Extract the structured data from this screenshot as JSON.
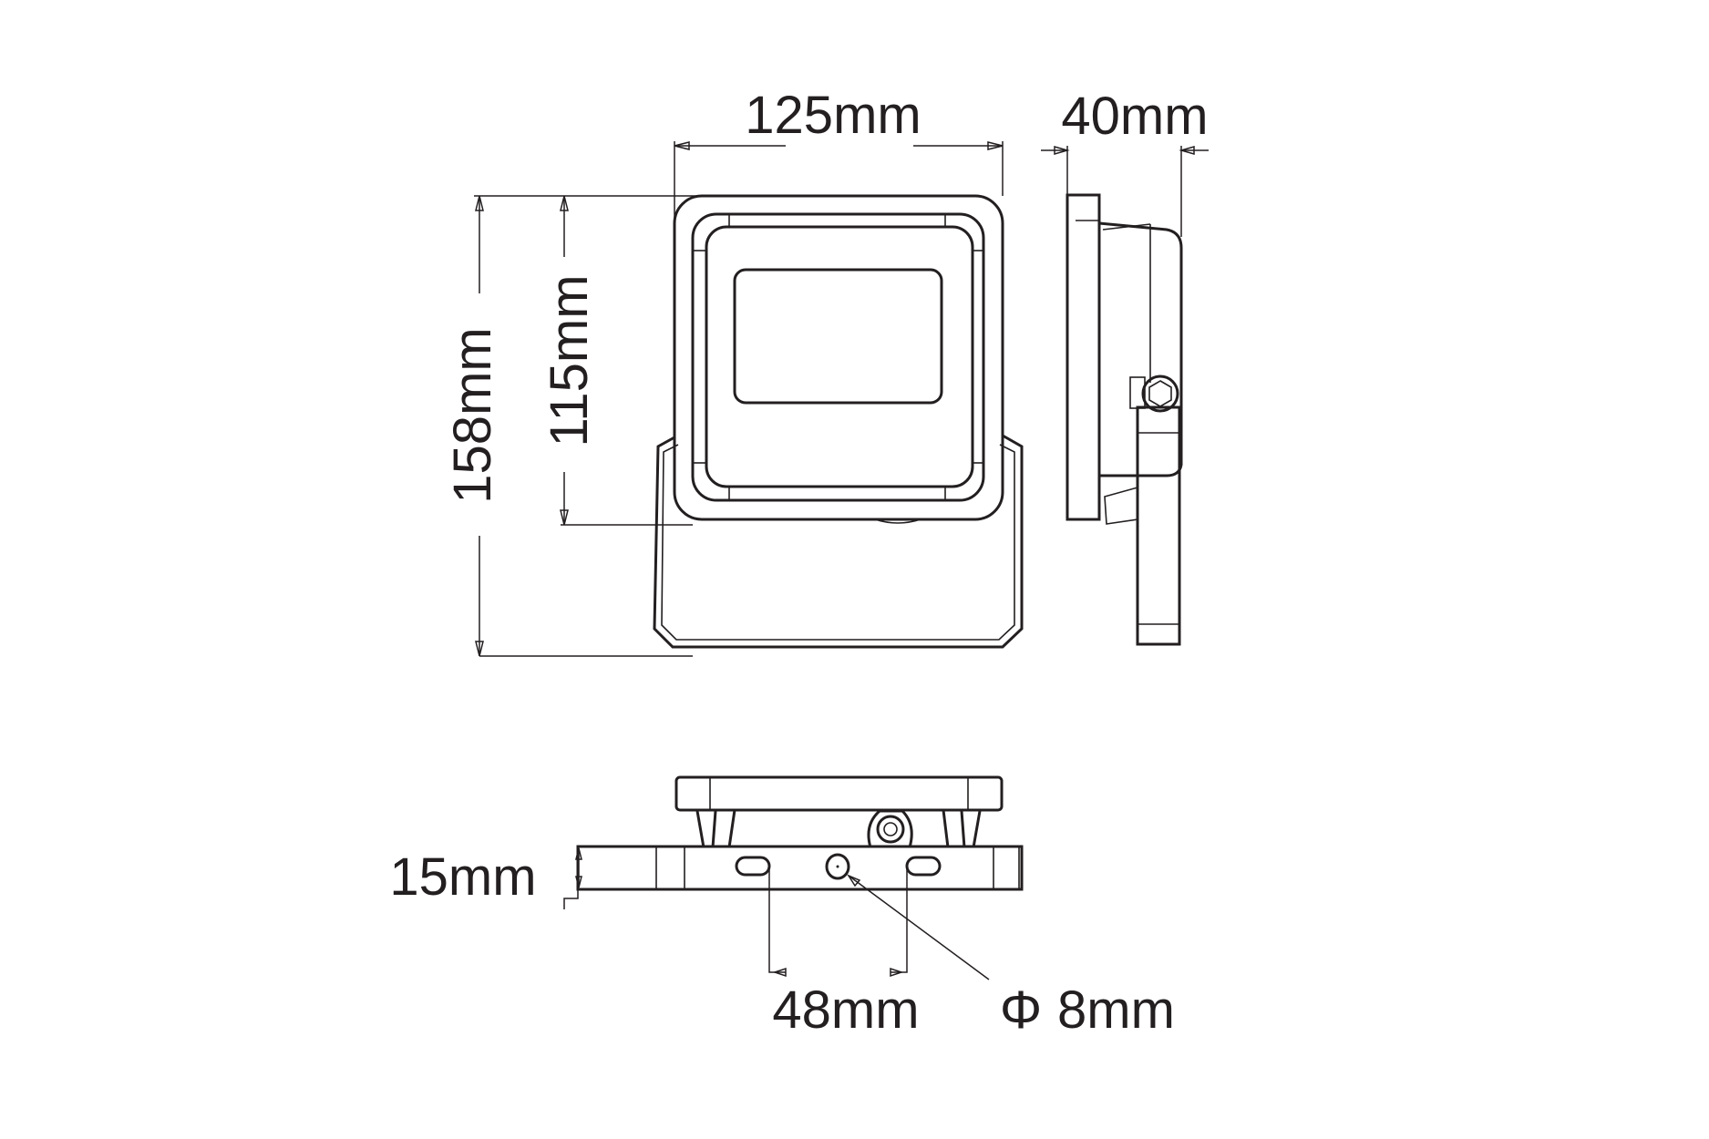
{
  "drawing": {
    "line_color": "#231f20",
    "front_view": {
      "width_label": "125mm",
      "total_height_label": "158mm",
      "housing_height_label": "115mm"
    },
    "side_view": {
      "depth_label": "40mm"
    },
    "bottom_view": {
      "base_thickness_label": "15mm",
      "slot_spacing_label": "48mm",
      "hole_diameter_symbol": "Φ",
      "hole_diameter_label": "8mm"
    }
  }
}
